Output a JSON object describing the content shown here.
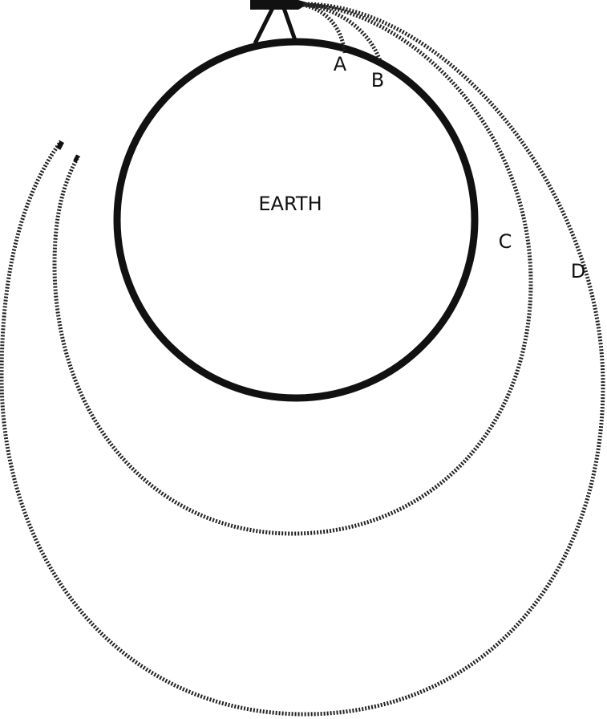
{
  "diagram": {
    "earth_label": "EARTH",
    "trajectories": [
      {
        "label": "A"
      },
      {
        "label": "B"
      },
      {
        "label": "C"
      },
      {
        "label": "D"
      }
    ],
    "colors": {
      "ink": "#111111",
      "background": "#ffffff"
    }
  }
}
